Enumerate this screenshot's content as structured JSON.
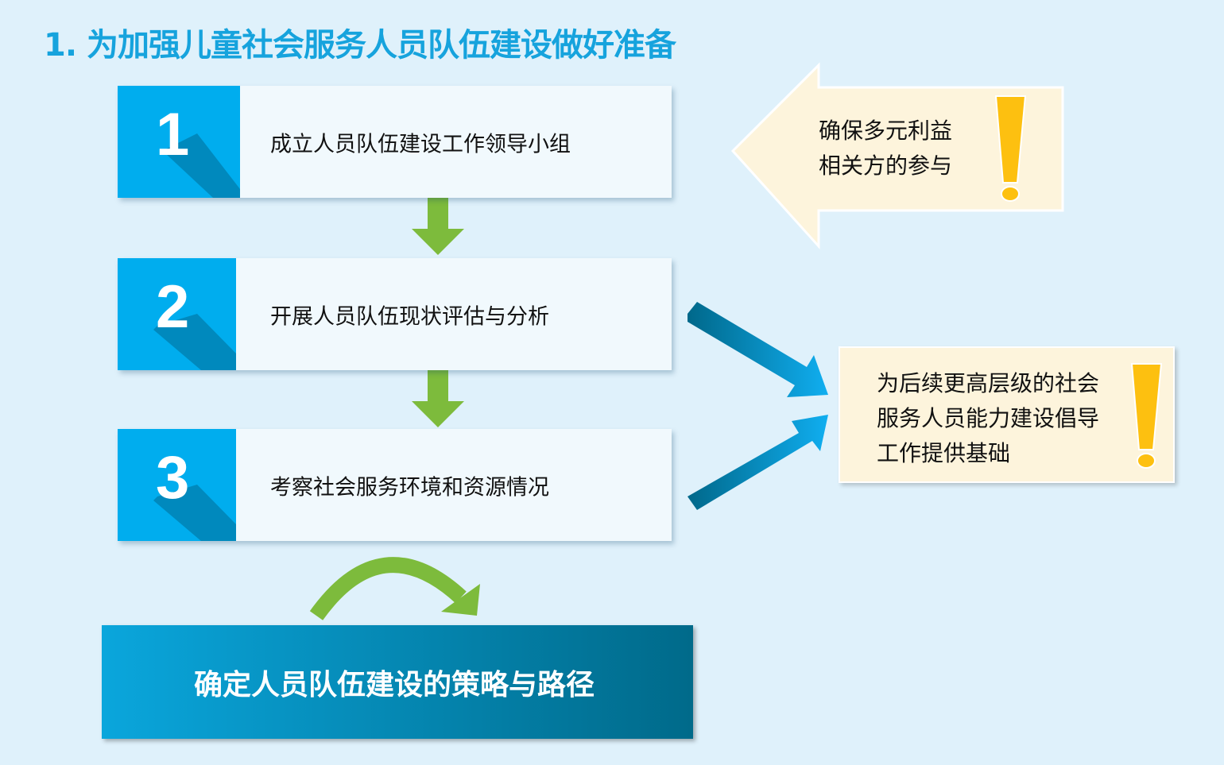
{
  "title": "1.  为加强儿童社会服务人员队伍建设做好准备",
  "steps": [
    {
      "num": "1",
      "text": "成立人员队伍建设工作领导小组"
    },
    {
      "num": "2",
      "text": "开展人员队伍现状评估与分析"
    },
    {
      "num": "3",
      "text": "考察社会服务环境和资源情况"
    }
  ],
  "notes": {
    "stakeholders": [
      "确保多元利益",
      "相关方的参与"
    ],
    "foundation": [
      "为后续更高层级的社会",
      "服务人员能力建设倡导",
      "工作提供基础"
    ]
  },
  "conclusion": "确定人员队伍建设的策略与路径",
  "colors": {
    "accent": "#00adee",
    "green": "#7dbb3c",
    "yellow": "#fdc010",
    "note_bg": "#fdf4dc"
  }
}
